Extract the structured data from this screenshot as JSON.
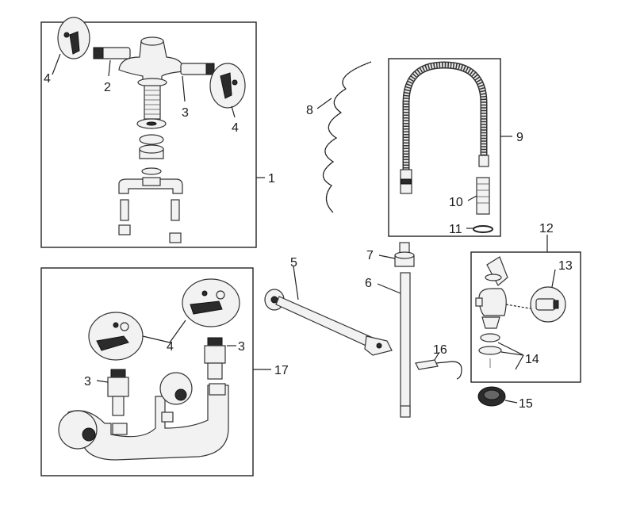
{
  "callouts": {
    "c1": "1",
    "c2": "2",
    "c3a": "3",
    "c4a": "4",
    "c4b": "4",
    "c5": "5",
    "c6": "6",
    "c7": "7",
    "c8": "8",
    "c9": "9",
    "c10": "10",
    "c11": "11",
    "c12": "12",
    "c13": "13",
    "c14": "14",
    "c15": "15",
    "c16": "16",
    "c17": "17",
    "c3b": "3",
    "c3c": "3",
    "c4c": "4"
  }
}
